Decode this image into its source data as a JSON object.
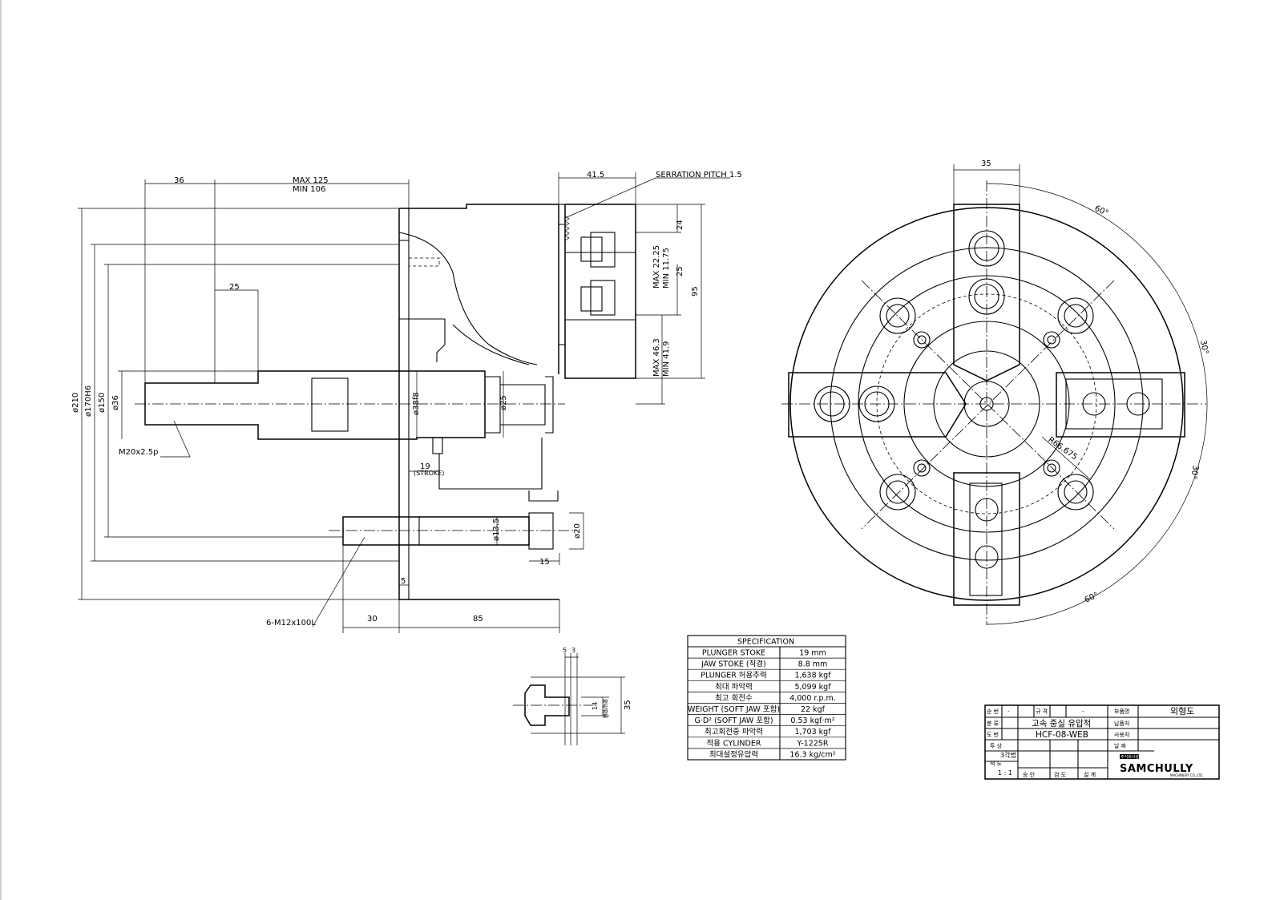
{
  "side_view": {
    "dims": {
      "d36_top": "36",
      "max_125": "MAX  125",
      "min_106": "MIN  106",
      "d41_5": "41.5",
      "serration": "SERRATION  PITCH  1.5",
      "d25_top": "25",
      "d24": "24",
      "max_22_25": "MAX  22.25",
      "min_11_75": "MIN  11.75",
      "d25_right": "25",
      "d95": "95",
      "max_46_3": "MAX  46.3",
      "min_41_9": "MIN  41.9",
      "phi210": "ø210",
      "phi170": "ø170H6",
      "phi150": "ø150",
      "phi36": "ø36",
      "phi38": "ø38f8",
      "phi25": "ø25",
      "m20": "M20x2.5p",
      "d19": "19",
      "stroke": "(STROKE)",
      "phi13_5": "ø13.5",
      "phi20": "ø20",
      "d15": "15",
      "d5": "5",
      "m12": "6-M12x100L",
      "d30": "30",
      "d85": "85"
    }
  },
  "front_view": {
    "dims": {
      "d35": "35",
      "a60_top": "60°",
      "a30_right": "30°",
      "a30_lower": "30°",
      "a60_bottom": "60°",
      "r66": "R66.675"
    }
  },
  "jaw_detail": {
    "dims": {
      "d5": "5",
      "d3": "3",
      "d14": "14",
      "h8": "H8/h8",
      "d35": "35"
    }
  },
  "specification": {
    "title": "SPECIFICATION",
    "rows": [
      {
        "label": "PLUNGER STOKE",
        "value": "19  mm"
      },
      {
        "label": "JAW STOKE (직경)",
        "value": "8.8  mm"
      },
      {
        "label": "PLUNGER 허용추력",
        "value": "1,638  kgf"
      },
      {
        "label": "최대 파악력",
        "value": "5,099 kgf"
      },
      {
        "label": "최고 회전수",
        "value": "4,000 r.p.m."
      },
      {
        "label": "WEIGHT (SOFT JAW 포함)",
        "value": "22 kgf"
      },
      {
        "label": "G·D² (SOFT JAW 포함)",
        "value": "0.53  kgf·m²"
      },
      {
        "label": "최고회전중 파악력",
        "value": "1,703 kgf"
      },
      {
        "label": "적용 CYLINDER",
        "value": "Y-1225R"
      },
      {
        "label": "최대설정유압력",
        "value": "16.3 kg/cm²"
      }
    ]
  },
  "title_block": {
    "r1_a": "순  번",
    "r1_b": "-",
    "r1_c": "규  격",
    "r1_d": "-",
    "r1_e": "부품명",
    "r1_f": "외형도",
    "r2_a": "분  류",
    "r2_b": "고속 중실 유압척",
    "r2_c": "납품처",
    "r3_a": "도  번",
    "r3_b": "HCF-08-WEB",
    "r3_c": "사용처",
    "r4_a": "투  상",
    "r4_b": "3각법",
    "r4_c": "날  짜",
    "r5_a": "척  도",
    "r5_b": "1 : 1",
    "sign_1": "승  인",
    "sign_2": "검  도",
    "sign_3": "설  계",
    "logo_top": "주식회사삼천리기계",
    "logo_main": "SAMCHULLY",
    "logo_sub": "MACHINERY CO.,LTD."
  }
}
